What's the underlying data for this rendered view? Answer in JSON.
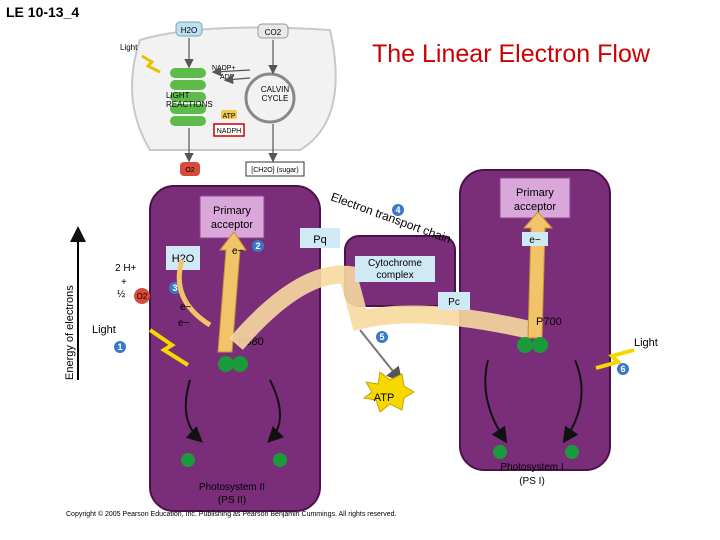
{
  "slide_label": "LE 10-13_4",
  "title": "The Linear Electron Flow",
  "overview": {
    "h2o": "H2O",
    "co2": "CO2",
    "light": "Light",
    "nadp": "NADP+",
    "adp": "ADP",
    "light_reactions_1": "LIGHT",
    "light_reactions_2": "REACTIONS",
    "calvin_1": "CALVIN",
    "calvin_2": "CYCLE",
    "atp": "ATP",
    "nadph": "NADPH",
    "o2": "O2",
    "sugar": "[CH2O] (sugar)"
  },
  "axis_label": "Energy of electrons",
  "ps2": {
    "primary_acceptor_1": "Primary",
    "primary_acceptor_2": "acceptor",
    "h2o": "H2O",
    "two_h": "2 H+",
    "plus": "+",
    "half": "½",
    "o2": "O2",
    "light": "Light",
    "p680": "P680",
    "name_1": "Photosystem II",
    "name_2": "(PS II)"
  },
  "chain": {
    "label": "Electron transport chain",
    "pq": "Pq",
    "cytochrome_1": "Cytochrome",
    "cytochrome_2": "complex",
    "pc": "Pc",
    "atp": "ATP"
  },
  "ps1": {
    "primary_acceptor_1": "Primary",
    "primary_acceptor_2": "acceptor",
    "p700": "P700",
    "light": "Light",
    "name_1": "Photosystem I",
    "name_2": "(PS I)"
  },
  "electron": "e−",
  "steps": [
    "1",
    "2",
    "3",
    "4",
    "5",
    "6"
  ],
  "copyright": "Copyright © 2005 Pearson Education, Inc. Publishing as Pearson Benjamin Cummings. All rights reserved.",
  "colors": {
    "membrane": "#7a2e7a",
    "membrane_edge": "#4a1248",
    "step_circle": "#3a78c8",
    "arrow": "#f2c46a",
    "title": "#cc0000",
    "chlorophyll": "#1a9a3a"
  }
}
